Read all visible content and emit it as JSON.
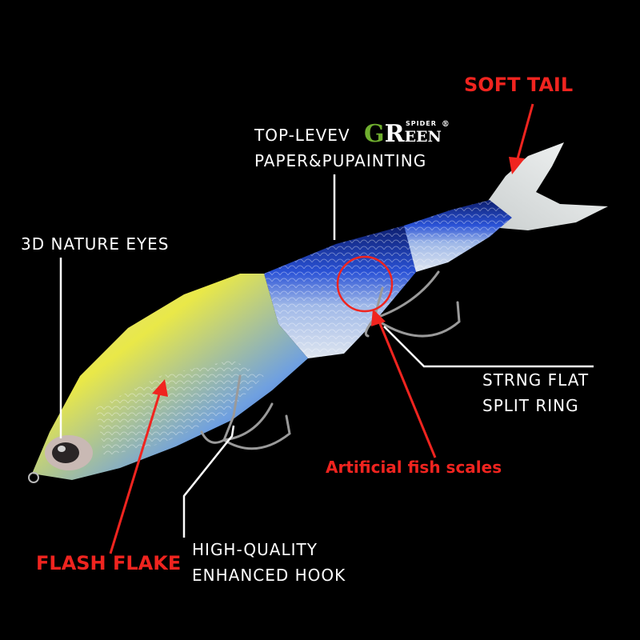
{
  "labels": {
    "eyes": "3D NATURE EYES",
    "paper_line1": "TOP-LEVEV",
    "paper_line2": "PAPER&PUPAINTING",
    "ring_line1": "STRNG FLAT",
    "ring_line2": "SPLIT RING",
    "hook_line1": "HIGH-QUALITY",
    "hook_line2": "ENHANCED HOOK",
    "soft_tail": "SOFT TAIL",
    "fish_scales": "Artificial fish scales",
    "flash_flake": "FLASH FLAKE"
  },
  "brand": {
    "g": "G",
    "r": "R",
    "een": "EEN",
    "spider": "SPIDER",
    "registered": "®"
  },
  "colors": {
    "background": "#000000",
    "label_white": "#ffffff",
    "callout_red": "#f0241f",
    "brand_green": "#6fae2f",
    "body_blue": "#1f3fb8",
    "flash_yellow": "#e8e84a",
    "tail_white": "#e9ecec"
  }
}
